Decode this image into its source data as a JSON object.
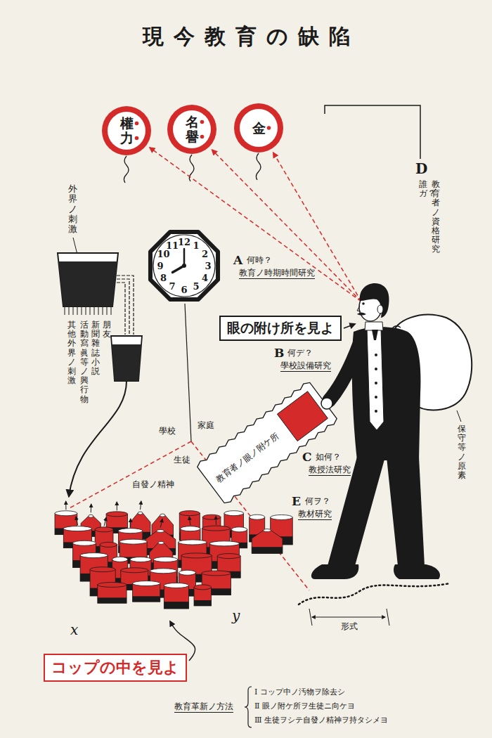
{
  "diagram": {
    "title": "現今教育の缺陷",
    "nodes": [
      {
        "text": [
          "權力"
        ]
      },
      {
        "text": [
          "名譽"
        ]
      },
      {
        "text": [
          "金"
        ]
      },
      {
        "text": [
          "眼の附け所を見よ"
        ]
      },
      {
        "text": [
          "コップの中を見よ"
        ]
      }
    ],
    "labels": [
      "A",
      "何時？",
      "教育ノ時期時間研究",
      "B",
      "何デ？",
      "學校設備研究",
      "C",
      "如何？",
      "教授法研究",
      "D",
      "誰ガ？",
      "教育者ノ資格研究",
      "E",
      "何ヲ？",
      "教材研究",
      "外界ノ刺激",
      "朋友",
      "新聞雜誌小説",
      "活動寫眞等ノ興行物",
      "其他外界ノ刺激",
      "學校",
      "家庭",
      "生徒",
      "自發ノ精神",
      "教育者ノ眼ノ附ケ所",
      "保守等ノ原素",
      "x",
      "y",
      "形式",
      "教育革新ノ方法",
      "Ⅰ コップ中ノ汚物ヲ除去シ",
      "Ⅱ 眼ノ附ケ所ヲ生徒ニ向ケヨ",
      "Ⅲ 生徒ヲシテ自發ノ精神ヲ持タシメヨ",
      "12",
      "1",
      "2",
      "3",
      "4",
      "5",
      "6",
      "7",
      "8",
      "9",
      "10",
      "11"
    ]
  }
}
